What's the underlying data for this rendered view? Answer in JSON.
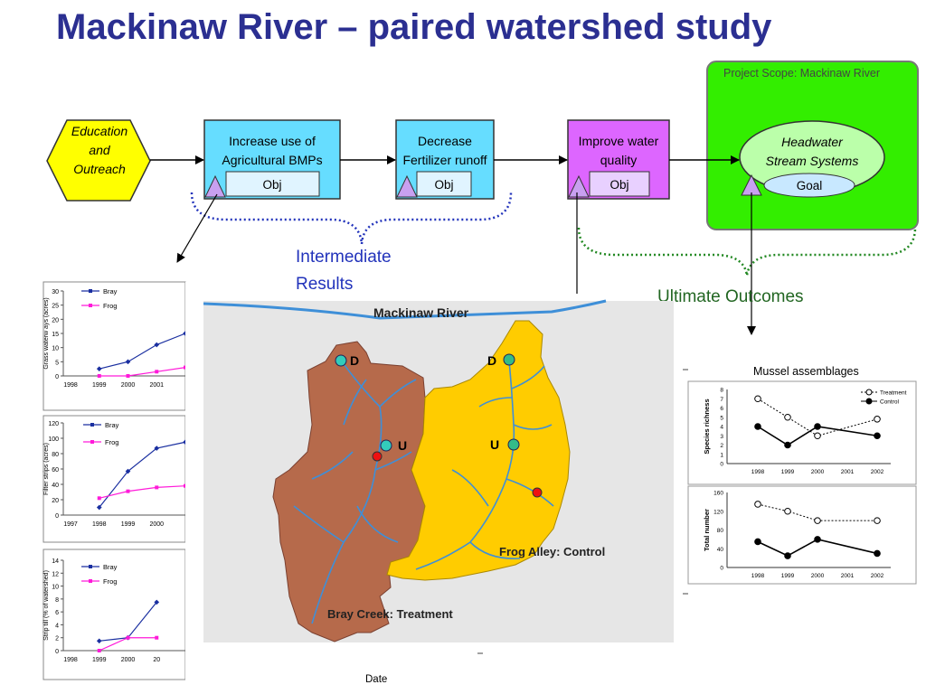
{
  "title": "Mackinaw River – paired watershed study",
  "scope_label": "Project Scope: Mackinaw River",
  "flow": {
    "education": [
      "Education",
      "and",
      "Outreach"
    ],
    "bmp": [
      "Increase use of",
      "Agricultural BMPs"
    ],
    "fertilizer": [
      "Decrease",
      "Fertilizer runoff"
    ],
    "water": [
      "Improve water",
      "quality"
    ],
    "obj": "Obj",
    "headwater": [
      "Headwater",
      "Stream Systems"
    ],
    "goal": "Goal"
  },
  "intermediate_results": [
    "Intermediate",
    "Results"
  ],
  "ultimate_outcomes": "Ultimate Outcomes",
  "map": {
    "river_label": "Mackinaw River",
    "treatment_label": "Bray Creek:  Treatment",
    "control_label": "Frog Alley:  Control",
    "site_d": "D",
    "site_u": "U"
  },
  "colors": {
    "title": "#2b2f91",
    "education_fill": "#ffff00",
    "obj_box_fill": "#66ddff",
    "water_box_fill": "#dd66ff",
    "scope_fill": "#33ee00",
    "bray_creek": "#b66a4b",
    "frog_alley": "#ffcc00",
    "stream": "#3e8fd8",
    "bray_series": "#1a2fa0",
    "frog_series": "#ff1ad9"
  },
  "left_charts_xlabel": "Date",
  "chart_data": [
    {
      "type": "line",
      "ylabel": "Grass waterw ays (acres)",
      "ylim": [
        0,
        30
      ],
      "yticks": [
        0,
        5,
        10,
        15,
        20,
        25,
        30
      ],
      "xticks": [
        "1998",
        "1999",
        "2000",
        "2001"
      ],
      "x": [
        1999,
        2000,
        2001,
        2002
      ],
      "series": [
        {
          "name": "Bray",
          "values": [
            2.5,
            5,
            11,
            15
          ]
        },
        {
          "name": "Frog",
          "values": [
            0,
            0,
            1.5,
            3
          ]
        }
      ]
    },
    {
      "type": "line",
      "ylabel": "Filter strips (acres)",
      "ylim": [
        0,
        120
      ],
      "yticks": [
        0,
        20,
        40,
        60,
        80,
        100,
        120
      ],
      "xticks": [
        "1997",
        "1998",
        "1999",
        "2000"
      ],
      "x": [
        1998,
        1999,
        2000,
        2001
      ],
      "series": [
        {
          "name": "Bray",
          "values": [
            10,
            57,
            87,
            95
          ]
        },
        {
          "name": "Frog",
          "values": [
            22,
            31,
            36,
            38
          ]
        }
      ]
    },
    {
      "type": "line",
      "ylabel": "Strip till (% of watershed)",
      "ylim": [
        0,
        14
      ],
      "yticks": [
        0,
        2,
        4,
        6,
        8,
        10,
        12,
        14
      ],
      "xticks": [
        "1998",
        "1999",
        "2000",
        "20"
      ],
      "x": [
        1999,
        2000,
        2001
      ],
      "series": [
        {
          "name": "Bray",
          "values": [
            1.5,
            2,
            7.5
          ]
        },
        {
          "name": "Frog",
          "values": [
            0,
            2,
            2
          ]
        }
      ]
    },
    {
      "type": "line",
      "title": "Mussel assemblages",
      "ylabel": "Species richness",
      "ylim": [
        0,
        8
      ],
      "yticks": [
        0,
        1,
        2,
        3,
        4,
        5,
        6,
        7,
        8
      ],
      "xticks": [
        "1998",
        "1999",
        "2000",
        "2001",
        "2002"
      ],
      "series": [
        {
          "name": "Treatment",
          "x": [
            1998,
            1999,
            2000,
            2002
          ],
          "values": [
            7,
            5,
            3,
            4.8
          ]
        },
        {
          "name": "Control",
          "x": [
            1998,
            1999,
            2000,
            2002
          ],
          "values": [
            4,
            2,
            4,
            3
          ]
        }
      ]
    },
    {
      "type": "line",
      "ylabel": "Total number",
      "ylim": [
        0,
        160
      ],
      "yticks": [
        0,
        40,
        80,
        120,
        160
      ],
      "xticks": [
        "1998",
        "1999",
        "2000",
        "2001",
        "2002"
      ],
      "series": [
        {
          "name": "Treatment",
          "x": [
            1998,
            1999,
            2000,
            2002
          ],
          "values": [
            135,
            120,
            100,
            100
          ]
        },
        {
          "name": "Control",
          "x": [
            1998,
            1999,
            2000,
            2002
          ],
          "values": [
            55,
            25,
            60,
            30
          ]
        }
      ]
    }
  ]
}
